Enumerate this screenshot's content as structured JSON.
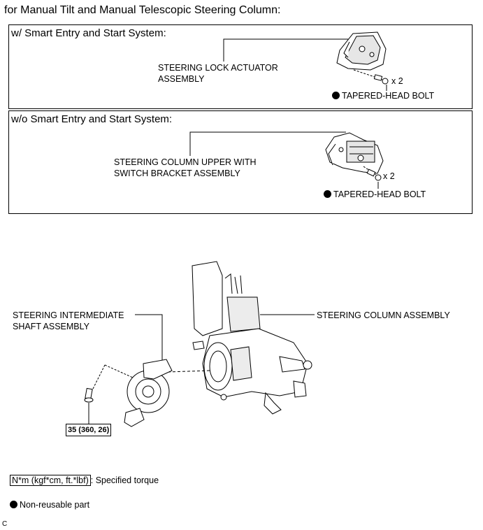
{
  "title": "for Manual Tilt and Manual Telescopic Steering Column:",
  "panels": [
    {
      "header": "w/ Smart Entry and Start System:",
      "part_label": [
        "STEERING LOCK ACTUATOR",
        "ASSEMBLY"
      ],
      "qty": "x 2",
      "bolt_label": "TAPERED-HEAD BOLT"
    },
    {
      "header": "w/o Smart Entry and Start System:",
      "part_label": [
        "STEERING COLUMN UPPER WITH",
        "SWITCH BRACKET ASSEMBLY"
      ],
      "qty": "x 2",
      "bolt_label": "TAPERED-HEAD BOLT"
    }
  ],
  "main": {
    "left_label": [
      "STEERING INTERMEDIATE",
      "SHAFT ASSEMBLY"
    ],
    "right_label": "STEERING COLUMN ASSEMBLY",
    "torque_value": "35 (360, 26)"
  },
  "legend": {
    "torque_unit": "N*m (kgf*cm, ft.*lbf)",
    "torque_text": ": Specified torque",
    "nonreusable_text": "Non-reusable part"
  },
  "footer_code": "C"
}
